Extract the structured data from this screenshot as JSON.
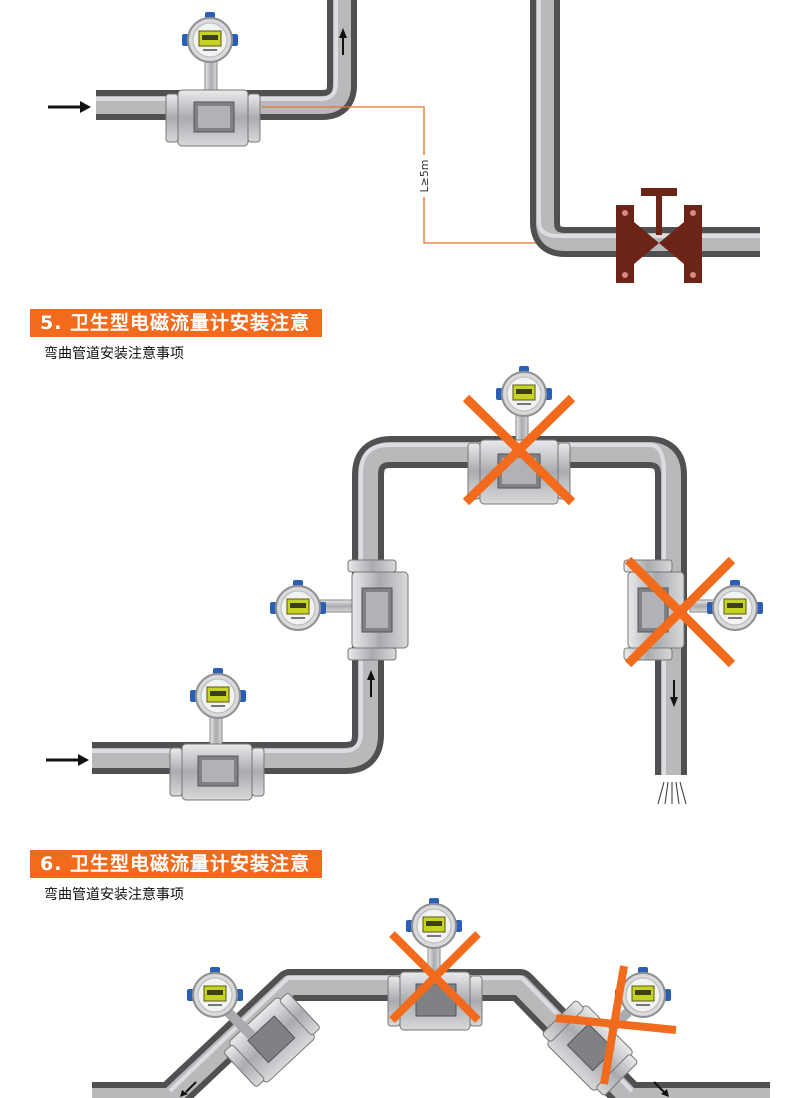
{
  "colors": {
    "pipe_dark": "#6d6e70",
    "pipe_light": "#c3c4c6",
    "orange": "#f26a1c",
    "valve": "#6b2416",
    "meter_blue": "#2b5fb6",
    "lcd": "#c6d321",
    "dimension_line": "#e8702a"
  },
  "top": {
    "dimension_label": "L≥5m"
  },
  "sections": [
    {
      "title": "5. 卫生型电磁流量计安装注意",
      "subtitle": "弯曲管道安装注意事项"
    },
    {
      "title": "6. 卫生型电磁流量计安装注意",
      "subtitle": "弯曲管道安装注意事项"
    }
  ],
  "icons": [
    "flow-arrow-icon",
    "reject-cross-icon",
    "valve-icon",
    "flowmeter-icon",
    "spray-outlet-icon"
  ]
}
